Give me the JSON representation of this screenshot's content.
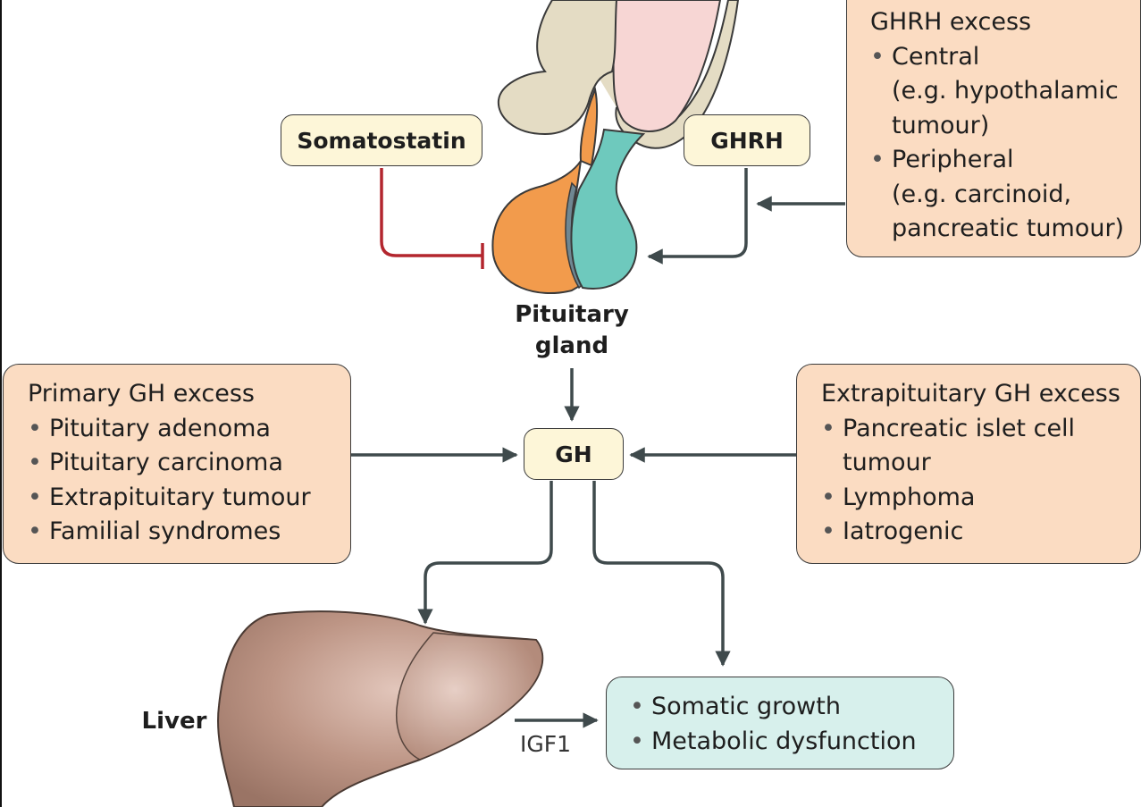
{
  "labels": {
    "somatostatin": "Somatostatin",
    "ghrh": "GHRH",
    "gh": "GH",
    "pituitary_line1": "Pituitary",
    "pituitary_line2": "gland",
    "liver": "Liver",
    "igf1": "IGF1"
  },
  "ghrh_excess": {
    "title": "GHRH excess",
    "items": [
      {
        "label": "Central",
        "detail_line1": "(e.g. hypothalamic",
        "detail_line2": "tumour)"
      },
      {
        "label": "Peripheral",
        "detail_line1": "(e.g. carcinoid,",
        "detail_line2": "pancreatic tumour)"
      }
    ]
  },
  "primary_gh_excess": {
    "title": "Primary GH excess",
    "items": [
      "Pituitary adenoma",
      "Pituitary carcinoma",
      "Extrapituitary tumour",
      "Familial syndromes"
    ]
  },
  "extrapituitary_gh_excess": {
    "title": "Extrapituitary GH excess",
    "items": [
      {
        "line1": "Pancreatic islet cell",
        "line2": "tumour"
      },
      {
        "line1": "Lymphoma"
      },
      {
        "line1": "Iatrogenic"
      }
    ]
  },
  "effects": {
    "items": [
      "Somatic growth",
      "Metabolic dysfunction"
    ]
  },
  "colors": {
    "pill_fill": "#fdf6d8",
    "cause_box_fill": "#fbdcc2",
    "effect_box_fill": "#d7f0ec",
    "arrow": "#3f4a4c",
    "inhibition": "#b3262e",
    "anterior_pituitary": "#f29b4c",
    "posterior_pituitary": "#6ec9bd",
    "hypothalamus": "#f6d3d3",
    "liver": "#b48c7c"
  }
}
